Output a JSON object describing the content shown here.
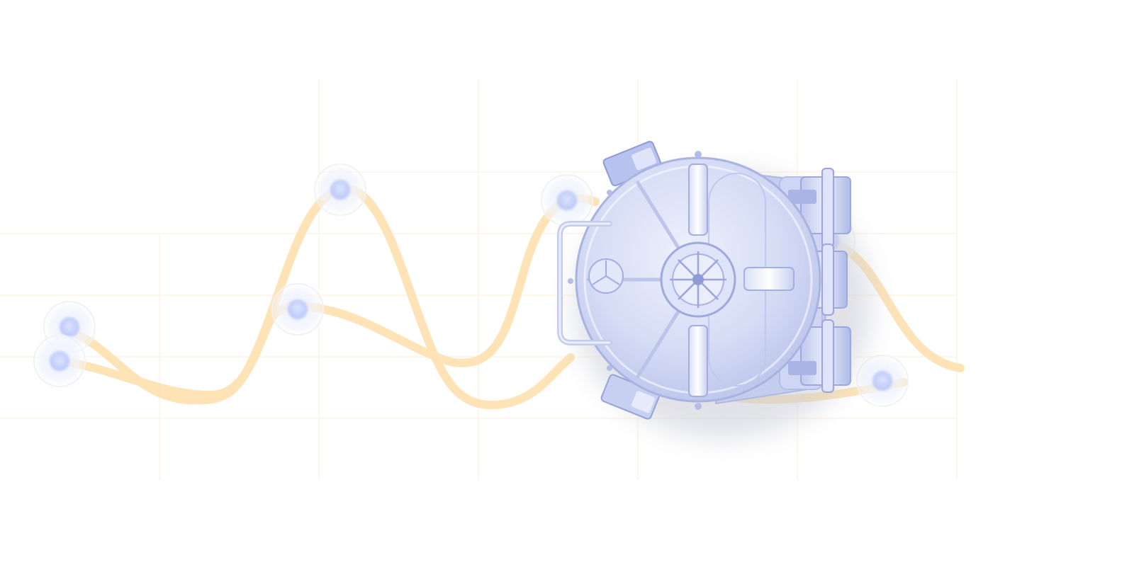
{
  "colors": {
    "background": "#ffffff",
    "grid_line": "#fdf0dc",
    "curve": "#fde3b6",
    "node_core": "#c9d3fb",
    "node_halo": "#eef1fd",
    "node_ring": "#f1f2f6",
    "vault_body": "#d4dbf4",
    "vault_rim": "#c3cbe8",
    "vault_accent": "#a9b4e6",
    "vault_hardware": "#9ea9dc",
    "vault_shadow": "#c8cbd6"
  },
  "illustration": {
    "subject": "vault-door",
    "curves": 2,
    "nodes": 9
  }
}
